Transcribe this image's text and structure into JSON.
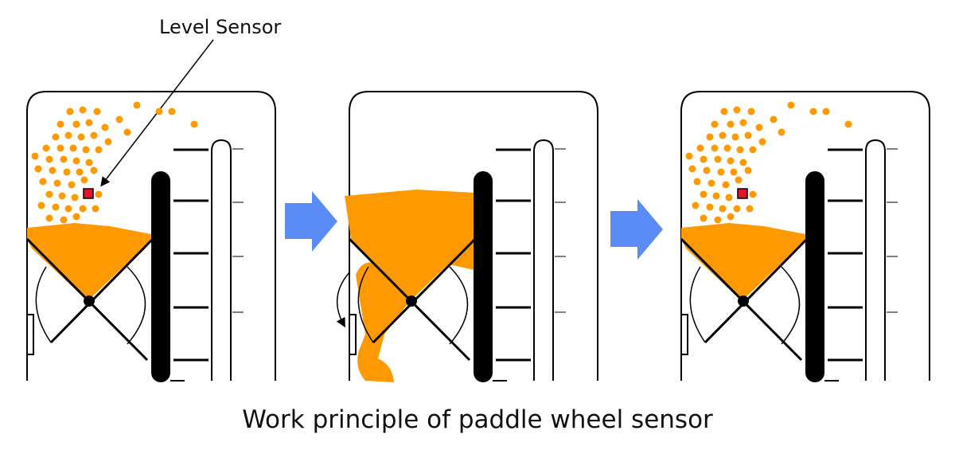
{
  "annotation": {
    "level_sensor_label": "Level Sensor"
  },
  "caption": "Work principle of paddle wheel sensor",
  "colors": {
    "material": "#FF9900",
    "sensor": "#E8112D",
    "arrow": "#5B8CF5",
    "outline": "#000000",
    "background": "#FFFFFF"
  },
  "panels": [
    {
      "state": "idle"
    },
    {
      "state": "covered"
    },
    {
      "state": "idle"
    }
  ]
}
